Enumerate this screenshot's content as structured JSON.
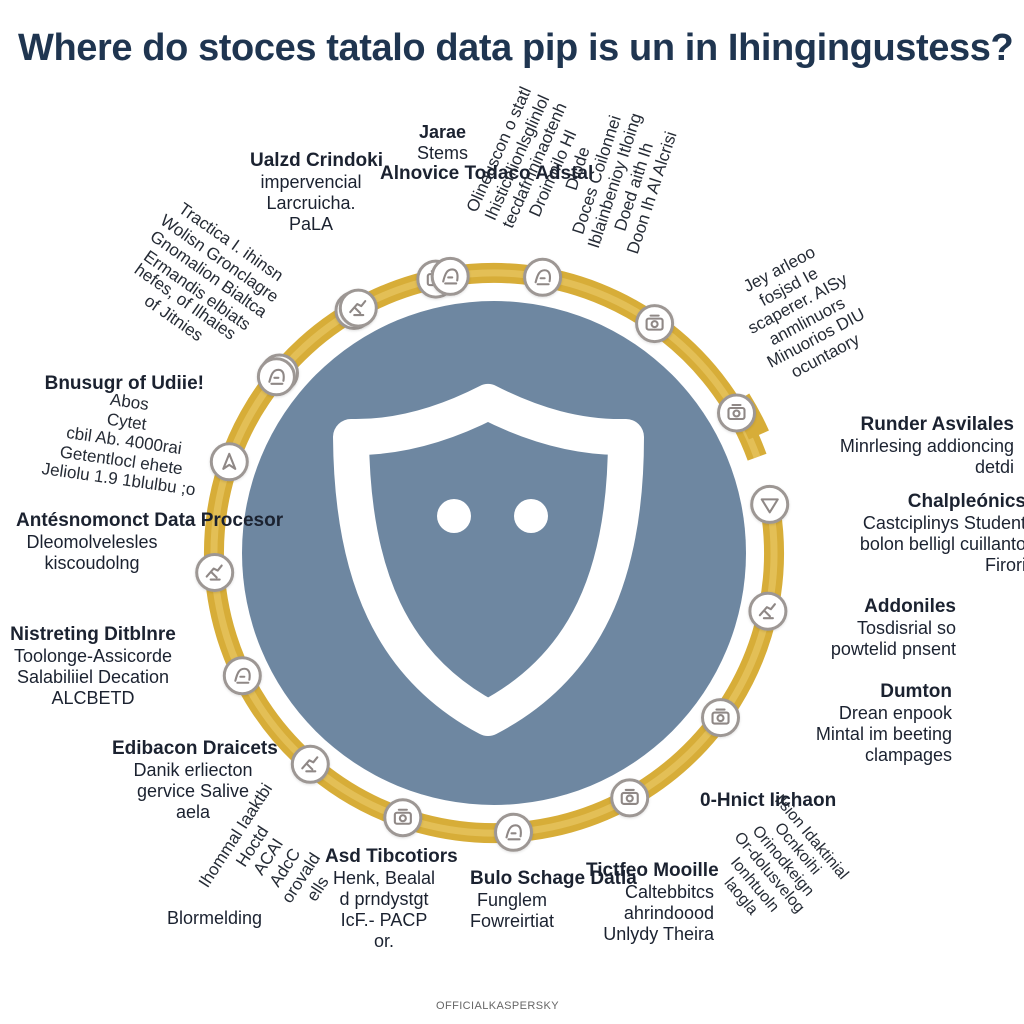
{
  "title": "Where do stoces tatalo data pip is un in Ihingingustess?",
  "footer": {
    "brand": "OFFICIALKASPERSKY"
  },
  "colors": {
    "ring": "#d7ad38",
    "circle": "#6e87a1",
    "node_border": "#9d9794",
    "shield_stroke": "#ffffff",
    "text": "#1b2230"
  },
  "nodes": [
    {
      "icon": "profile-icon"
    },
    {
      "icon": "hand-icon"
    },
    {
      "icon": "storage-icon"
    },
    {
      "icon": "face-icon"
    },
    {
      "icon": "device-icon"
    },
    {
      "icon": "camera-icon"
    },
    {
      "icon": "triangle-icon"
    },
    {
      "icon": "hand-icon"
    },
    {
      "icon": "storage-icon"
    },
    {
      "icon": "camera-icon"
    },
    {
      "icon": "face-icon"
    },
    {
      "icon": "camera-icon"
    },
    {
      "icon": "hand-icon"
    },
    {
      "icon": "face-icon"
    },
    {
      "icon": "hand-icon"
    },
    {
      "icon": "pointer-icon"
    },
    {
      "icon": "face-icon"
    },
    {
      "icon": "hand-icon"
    },
    {
      "icon": "face-icon"
    }
  ],
  "labels": [
    {
      "heading": "Ualzd Crindoki",
      "lines": [
        "impervencial",
        "Larcruicha.",
        "PaLA"
      ]
    },
    {
      "heading": "Alnovice Todaco Adstal",
      "lines": []
    },
    {
      "heading": "Jarae",
      "lines": [
        "Stems"
      ]
    },
    {
      "heading": "Bnusugr of Udiie!",
      "lines": []
    },
    {
      "heading": "Antésnomonct Data Procesor",
      "lines": [
        "Dleomolvelesles",
        "kiscoudolng"
      ]
    },
    {
      "heading": "Nistreting Ditblnre",
      "lines": [
        "Toolonge-Assicorde",
        "Salabiliiel Decation",
        "ALCBETD"
      ]
    },
    {
      "heading": "Edibacon Draicets",
      "lines": [
        "Danik erliecton",
        "gervice Salive",
        "aela"
      ]
    },
    {
      "heading": "Asd Tibcotiors",
      "lines": [
        "Henk, Bealal",
        "d prndystgt",
        "IcF.- PACP",
        "or."
      ]
    },
    {
      "heading": "Bulo Schage Datla",
      "lines": [
        "Funglem",
        "Fowreirtiat"
      ]
    },
    {
      "heading": "Tictfeo Mooille",
      "lines": [
        "Caltebbitcs",
        "ahrindoood",
        "Unlydy Theira"
      ]
    },
    {
      "heading": "0-Hnict Iichaon",
      "lines": []
    },
    {
      "heading": "Dumton",
      "lines": [
        "Drean enpook",
        "Mintal im beeting",
        "clampages"
      ]
    },
    {
      "heading": "Addoniles",
      "lines": [
        "Tosdisrial so",
        "powtelid pnsent"
      ]
    },
    {
      "heading": "Chalpleónics",
      "lines": [
        "Castciplinys Student",
        "bolon belligl cuillanto",
        "Firori"
      ]
    },
    {
      "heading": "Runder Asvilales",
      "lines": [
        "Minrlesing addioncing",
        "detdi"
      ]
    },
    {
      "heading": "",
      "lines": [
        "Blormelding"
      ]
    }
  ],
  "rotated": [
    {
      "lines": [
        "Tractica I. ihinsn",
        "Wolisn Gronclagre",
        "Gnomalion Bialtca",
        "Ermandis elbiats"
      ]
    },
    {
      "lines": [
        "hefes, of Ilhaies",
        "of Jitnies"
      ]
    },
    {
      "lines": [
        "Olineuscon o statl",
        "Ihisticnlionlsglinlol",
        "tecdafmninaotenh",
        "Droimnilo Hl"
      ]
    },
    {
      "lines": [
        "Dlode",
        "Doces Coilonnei",
        "Iblainbenioy Itloing",
        "Doed aith Ih",
        "Doon Ih Al Alcrisi"
      ]
    },
    {
      "lines": [
        "Jey arleoo",
        "fosjsd Ie",
        "scaperer. AISy",
        "anmlinuors",
        "Minuorios DIU",
        "ocuntaory"
      ]
    },
    {
      "lines": [
        "Abos",
        "Cytet",
        "cbil Ab. 4000rai",
        "Getentlocl ehete",
        "Jeliolu 1.9 1blulbu ;o"
      ]
    },
    {
      "lines": [
        "Ihommal Iaaktbi",
        "Hoctd",
        "ACAI",
        "AdcC",
        "orovald",
        "ells"
      ]
    },
    {
      "lines": [
        "Ilsion Idaktinial",
        "Ocnkoihi",
        "Orinodkeign",
        "Or-dolusvelog",
        "Ionhtuoln",
        "laogla"
      ]
    }
  ]
}
